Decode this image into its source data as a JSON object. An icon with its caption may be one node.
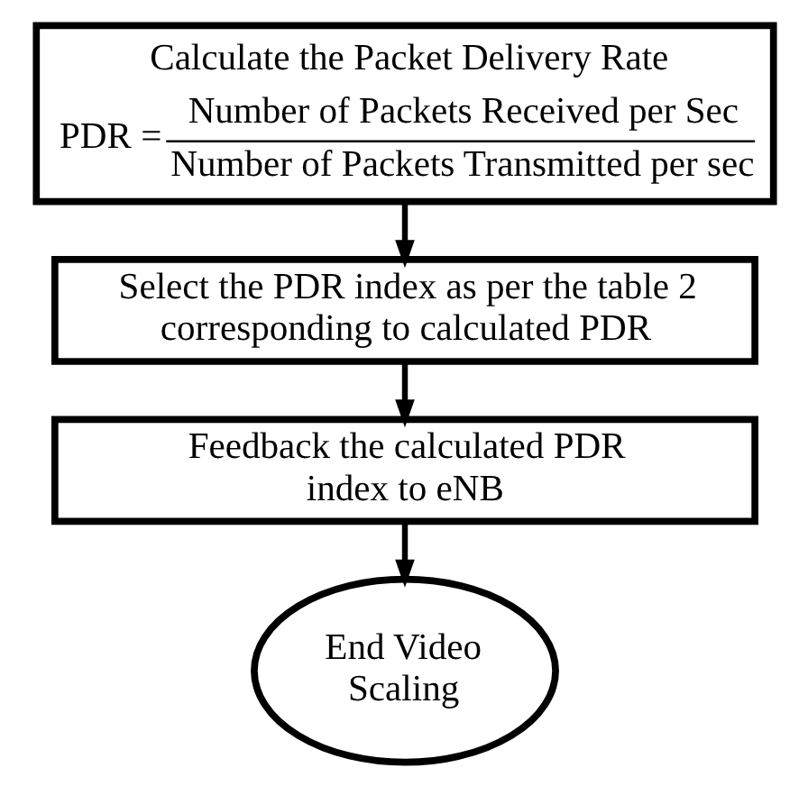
{
  "diagram": {
    "nodes": [
      {
        "text": [
          "Calculate the Packet Delivery Rate",
          "PDR =",
          "Number of Packets Received per Sec",
          "Number of Packets Transmitted per sec"
        ]
      },
      {
        "text": [
          "Select the PDR index as per the table 2 corresponding to calculated PDR"
        ]
      },
      {
        "text": [
          "Feedback the calculated PDR index to eNB"
        ]
      },
      {
        "text": [
          "End Video Scaling"
        ]
      }
    ],
    "edges": [
      {
        "from": 0,
        "to": 1,
        "arrow": "to"
      },
      {
        "from": 1,
        "to": 2,
        "arrow": "to"
      },
      {
        "from": 2,
        "to": 3,
        "arrow": "to"
      }
    ]
  }
}
